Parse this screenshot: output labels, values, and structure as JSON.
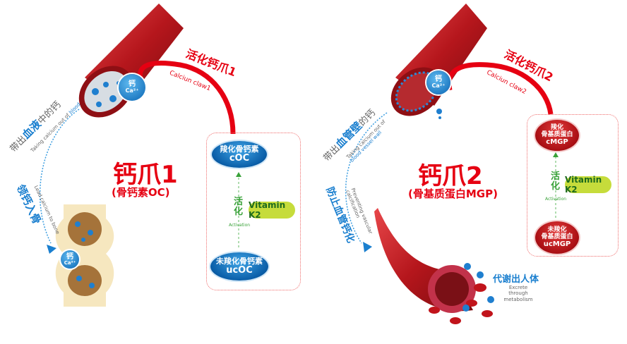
{
  "left": {
    "title": "钙爪1",
    "subtitle": "(骨钙素OC)",
    "claw_label_cn": "活化钙爪1",
    "claw_label_en": "Calciun claw1",
    "calcium_bubble": {
      "cn": "钙",
      "en": "Ca²⁺"
    },
    "arc_top_cn_prefix": "带出",
    "arc_top_cn_highlight": "血液",
    "arc_top_cn_suffix": "中的钙",
    "arc_top_en": "Taking calcium out of",
    "arc_top_en_highlight": "blood",
    "arc_bottom_cn": "领钙入骨",
    "arc_bottom_en": "Lead calcium to bone",
    "active_protein": {
      "cn": "羧化骨钙素",
      "en": "cOC"
    },
    "inactive_protein": {
      "cn": "未羧化骨钙素",
      "en": "ucOC"
    },
    "activation_cn": "活化",
    "activation_en": "Activation",
    "vitamin": "Vitamin K2"
  },
  "right": {
    "title": "钙爪2",
    "subtitle": "(骨基质蛋白MGP)",
    "claw_label_cn": "活化钙爪2",
    "claw_label_en": "Calciun claw2",
    "calcium_bubble": {
      "cn": "钙",
      "en": "Ca²⁺"
    },
    "arc_top_cn_prefix": "带出",
    "arc_top_cn_highlight": "血管壁",
    "arc_top_cn_suffix": "的钙",
    "arc_top_en": "Taking calcium out of",
    "arc_top_en_highlight": "blood vessel wall",
    "arc_bottom_cn": "防止血管钙化",
    "arc_bottom_en": "Preventing vascular calcification",
    "active_protein": {
      "line1": "羧化",
      "line2": "骨基质蛋白",
      "en": "cMGP"
    },
    "inactive_protein": {
      "line1": "未羧化",
      "line2": "骨基质蛋白",
      "en": "ucMGP"
    },
    "activation_cn": "活化",
    "activation_en": "Activation",
    "vitamin": "Vitamin K2",
    "excrete_cn": "代谢出人体",
    "excrete_en": "Excrete through metabolism"
  },
  "colors": {
    "red": "#e60012",
    "blue": "#1a7fcf",
    "green": "#3aa23a",
    "vitamin_bg": "#c6dc3b"
  }
}
